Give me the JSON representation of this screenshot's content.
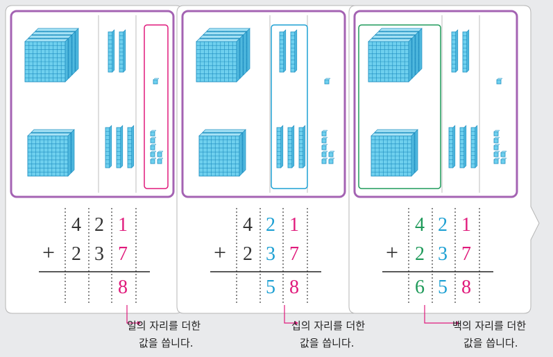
{
  "colors": {
    "frame": "#a463b3",
    "block": "#6fd0ee",
    "grid": "#1f8ec0",
    "ones": "#e0197b",
    "tens": "#1da0d3",
    "hundreds": "#1f9a5a",
    "text": "#333333"
  },
  "steps": [
    {
      "highlight": "ones",
      "top": [
        "",
        "4",
        "2",
        "1"
      ],
      "middle": [
        "+",
        "2",
        "3",
        "7"
      ],
      "result": [
        "",
        "",
        "",
        "8"
      ],
      "caption_line1": "일의 자리를 더한",
      "caption_line2": "값을 씁니다."
    },
    {
      "highlight": "tens",
      "top": [
        "",
        "4",
        "2",
        "1"
      ],
      "middle": [
        "+",
        "2",
        "3",
        "7"
      ],
      "result": [
        "",
        "",
        "5",
        "8"
      ],
      "caption_line1": "십의 자리를 더한",
      "caption_line2": "값을 씁니다."
    },
    {
      "highlight": "hundreds",
      "top": [
        "",
        "4",
        "2",
        "1"
      ],
      "middle": [
        "+",
        "2",
        "3",
        "7"
      ],
      "result": [
        "",
        "6",
        "5",
        "8"
      ],
      "caption_line1": "백의 자리를 더한",
      "caption_line2": "값을 씁니다."
    }
  ],
  "blocks": {
    "top_row": {
      "hundreds": 4,
      "tens": 2,
      "ones": 1
    },
    "bottom_row": {
      "hundreds": 2,
      "tens": 3,
      "ones": 7
    }
  }
}
